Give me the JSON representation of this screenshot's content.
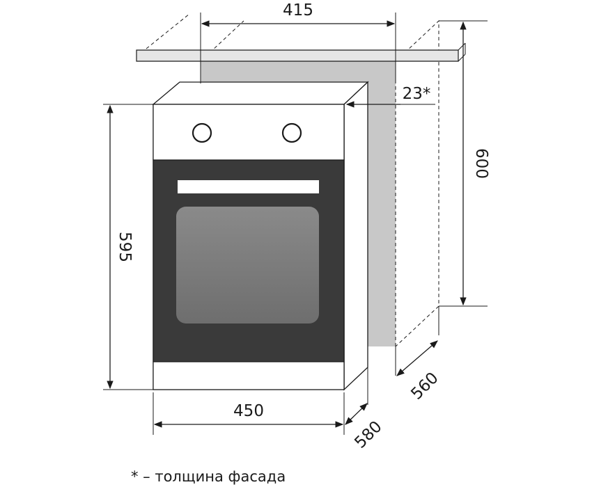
{
  "dimensions": {
    "niche_width": "415",
    "facade_thickness": "23*",
    "niche_height": "600",
    "oven_height": "595",
    "oven_width": "450",
    "oven_depth": "580",
    "niche_depth": "560"
  },
  "footnote": "* – толщина фасада",
  "colors": {
    "outline": "#1a1a1a",
    "cabinet": "#c8c8c8",
    "countertop": "#e6e6e6",
    "door": "#3a3a3a",
    "window": "#7c7c7c",
    "panel": "#ffffff"
  }
}
